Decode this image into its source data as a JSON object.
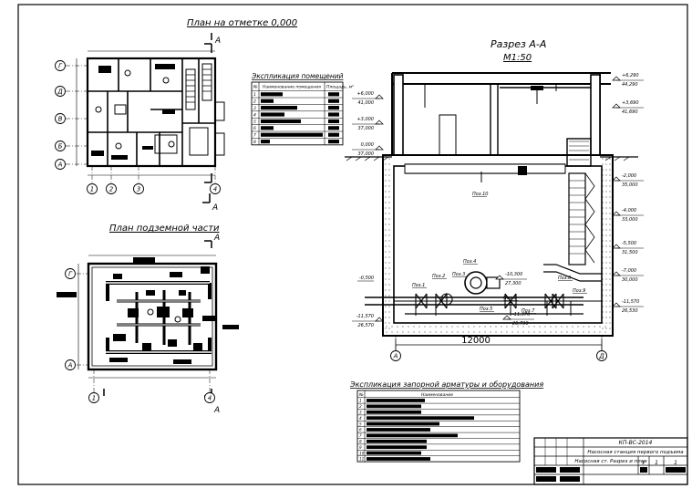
{
  "titles": {
    "plan_top": "План на отметке 0,000",
    "plan_under": "План подземной части",
    "section": "Разрез А-А",
    "scale": "М1:50",
    "legend_rooms": "Экспликация помещений",
    "legend_valves": "Экспликация запорной арматуры и оборудования"
  },
  "section_marks": {
    "a": "А"
  },
  "axes": {
    "rows": [
      "Г",
      "Д",
      "В",
      "Б",
      "А"
    ],
    "cols": [
      "1",
      "2",
      "3",
      "4"
    ],
    "section_axes": [
      "А",
      "Д"
    ]
  },
  "dimension": "12000",
  "elevations": {
    "right": [
      {
        "top": "+6,290",
        "bot": "44,290"
      },
      {
        "top": "+3,690",
        "bot": "41,690"
      },
      {
        "top": "-2,000",
        "bot": "35,000"
      },
      {
        "top": "-4,000",
        "bot": "33,000"
      },
      {
        "top": "-5,500",
        "bot": "31,500"
      },
      {
        "top": "-7,000",
        "bot": "30,000"
      },
      {
        "top": "-11,570",
        "bot": "26,530"
      }
    ],
    "left": [
      {
        "top": "+6,000",
        "bot": "41,000"
      },
      {
        "top": "+3,000",
        "bot": "37,000"
      },
      {
        "top": "0,000",
        "bot": "37,000"
      },
      {
        "top": "-11,570",
        "bot": "26,570"
      }
    ],
    "center": [
      {
        "top": "-10,300",
        "bot": "27,300"
      },
      {
        "top": "-11,370",
        "bot": "26,730"
      }
    ],
    "ground": "-0,500"
  },
  "pipe_labels": [
    "Поз.1",
    "Поз.2",
    "Поз.3",
    "Поз.4",
    "Поз.5",
    "Поз.6",
    "Поз.7",
    "Поз.8",
    "Поз.9",
    "Поз.10"
  ],
  "table_rooms": {
    "headers": [
      "№",
      "Наименование помещения",
      "Площадь, м²"
    ],
    "rows": [
      "1",
      "2",
      "3",
      "4",
      "5",
      "6",
      "7",
      "8"
    ]
  },
  "table_valves": {
    "headers": [
      "№",
      "Наименование"
    ],
    "rows": [
      "1",
      "2",
      "3",
      "4",
      "5",
      "6",
      "7",
      "8",
      "9",
      "10",
      "11"
    ]
  },
  "title_block": {
    "code": "КП-ВС-2014",
    "project": "Насосная станция первого подъема",
    "sheet_name": "Насосная ст. Разрез и план",
    "stage": "У",
    "sheet": "1",
    "sheets": "1"
  }
}
